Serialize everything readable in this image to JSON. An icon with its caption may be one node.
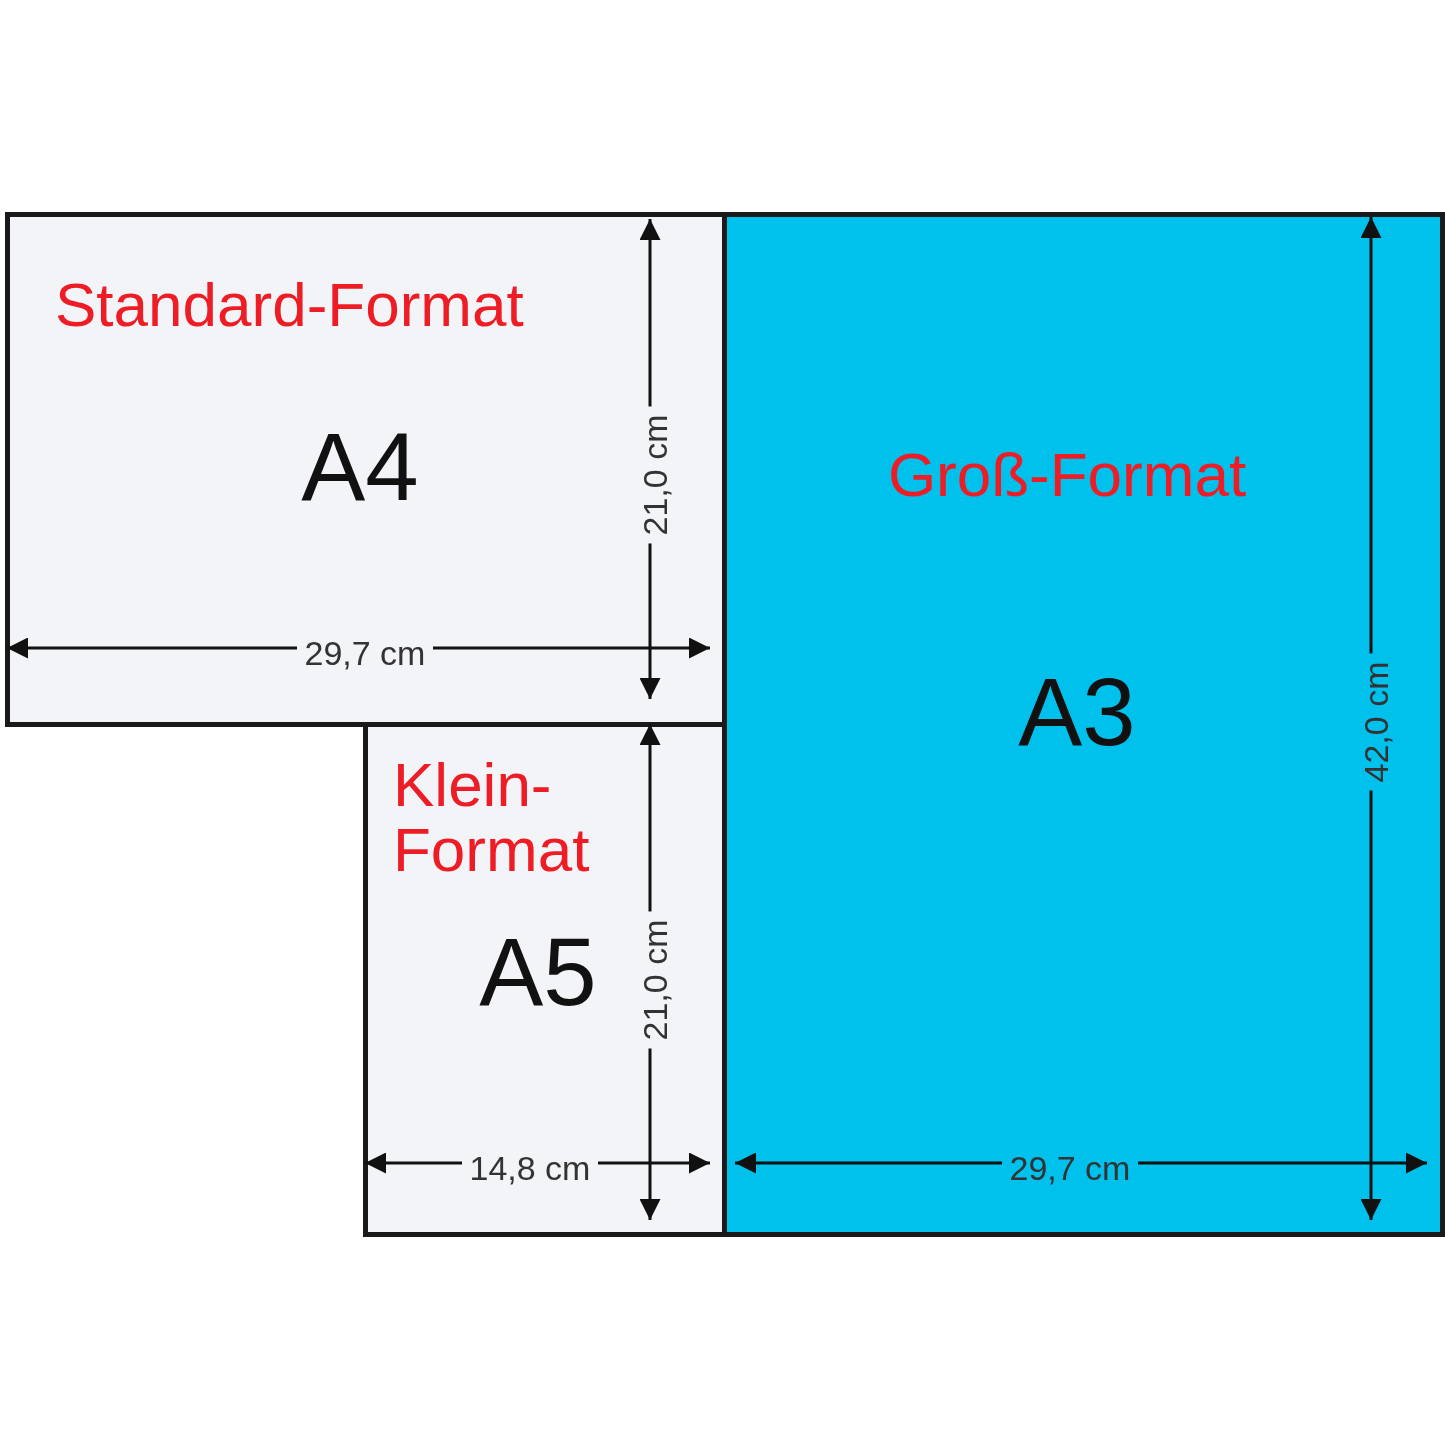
{
  "diagram": {
    "nodes": [
      {
        "text": [
          "Standard-Format",
          "A4"
        ]
      },
      {
        "text": [
          "Klein-Format",
          "A5"
        ]
      },
      {
        "text": [
          "Groß-Format",
          "A3"
        ]
      }
    ],
    "labels": [
      "21,0 cm",
      "29,7 cm",
      "21,0 cm",
      "14,8 cm",
      "29,7 cm",
      "42,0 cm"
    ]
  }
}
